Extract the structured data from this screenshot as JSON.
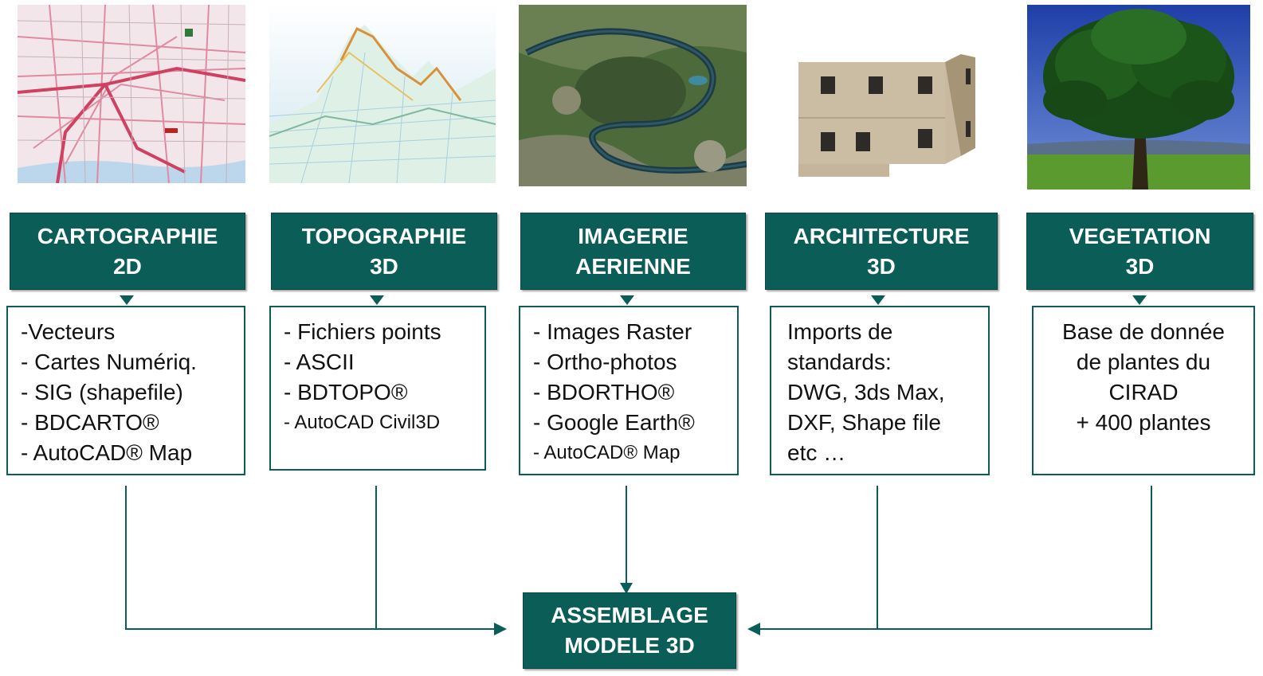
{
  "columns": [
    {
      "id": "cartographie",
      "image_icon": "city-map-icon",
      "title_lines": [
        "CARTOGRAPHIE",
        "2D"
      ],
      "items": [
        "-Vecteurs",
        "- Cartes Numériq.",
        "- SIG (shapefile)",
        "- BDCARTO®",
        "- AutoCAD® Map"
      ]
    },
    {
      "id": "topographie",
      "image_icon": "terrain-mesh-icon",
      "title_lines": [
        "TOPOGRAPHIE",
        "3D"
      ],
      "items": [
        "- Fichiers points",
        "- ASCII",
        "- BDTOPO®",
        "- AutoCAD Civil3D"
      ]
    },
    {
      "id": "imagerie",
      "image_icon": "aerial-photo-icon",
      "title_lines": [
        "IMAGERIE",
        "AERIENNE"
      ],
      "items": [
        "- Images Raster",
        "- Ortho-photos",
        "- BDORTHO®",
        "- Google Earth®",
        "-  AutoCAD® Map"
      ]
    },
    {
      "id": "architecture",
      "image_icon": "building-3d-icon",
      "title_lines": [
        "ARCHITECTURE",
        "3D"
      ],
      "items": [
        "Imports de",
        "standards:",
        "DWG, 3ds Max,",
        "DXF, Shape file",
        "etc …"
      ]
    },
    {
      "id": "vegetation",
      "image_icon": "tree-icon",
      "title_lines": [
        "VEGETATION",
        "3D"
      ],
      "items": [
        "Base de donnée",
        "de plantes du",
        "CIRAD",
        "+ 400 plantes"
      ]
    }
  ],
  "result": {
    "title_lines": [
      "ASSEMBLAGE",
      "MODELE 3D"
    ]
  },
  "colors": {
    "header_bg": "#0b5d57",
    "header_text": "#ffffff",
    "box_border": "#0b5d57",
    "connector": "#0b5d57"
  }
}
